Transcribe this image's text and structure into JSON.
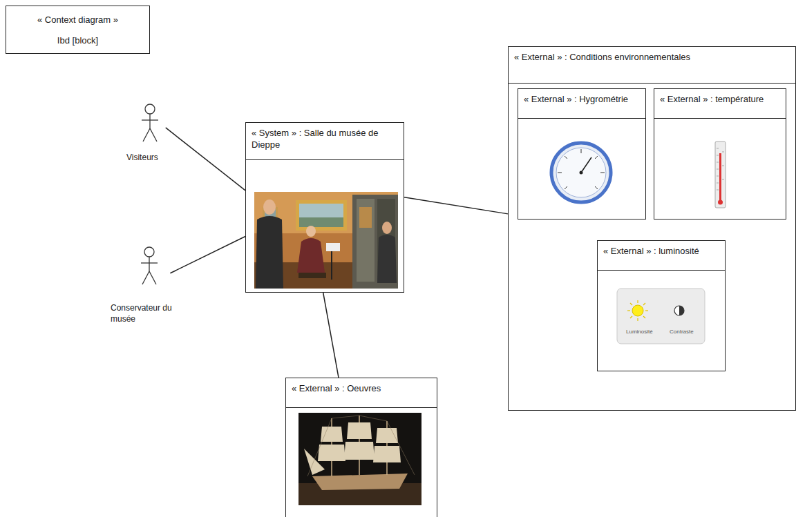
{
  "diagram": {
    "nodes": [
      {
        "text": [
          "« Context diagram »",
          "Ibd [block]"
        ]
      },
      {
        "text": [
          "Visiteurs"
        ]
      },
      {
        "text": [
          "Conservateur du musée"
        ]
      },
      {
        "text": [
          "« System » : Salle du musée de Dieppe"
        ]
      },
      {
        "text": [
          "« External » : Conditions environnementales"
        ]
      },
      {
        "text": [
          "« External » : Hygrométrie"
        ],
        "in": 4
      },
      {
        "text": [
          "« External » : température"
        ],
        "in": 4
      },
      {
        "text": [
          "« External » : luminosité"
        ],
        "in": 4
      },
      {
        "text": [
          "« External » : Oeuvres"
        ]
      }
    ],
    "edges": [
      {
        "from": 1,
        "to": 3,
        "arrow": "none"
      },
      {
        "from": 2,
        "to": 3,
        "arrow": "none"
      },
      {
        "from": 3,
        "to": 4,
        "arrow": "none"
      },
      {
        "from": 3,
        "to": 8,
        "arrow": "none"
      }
    ],
    "labels": [
      "Luminosité",
      "Contraste"
    ]
  }
}
